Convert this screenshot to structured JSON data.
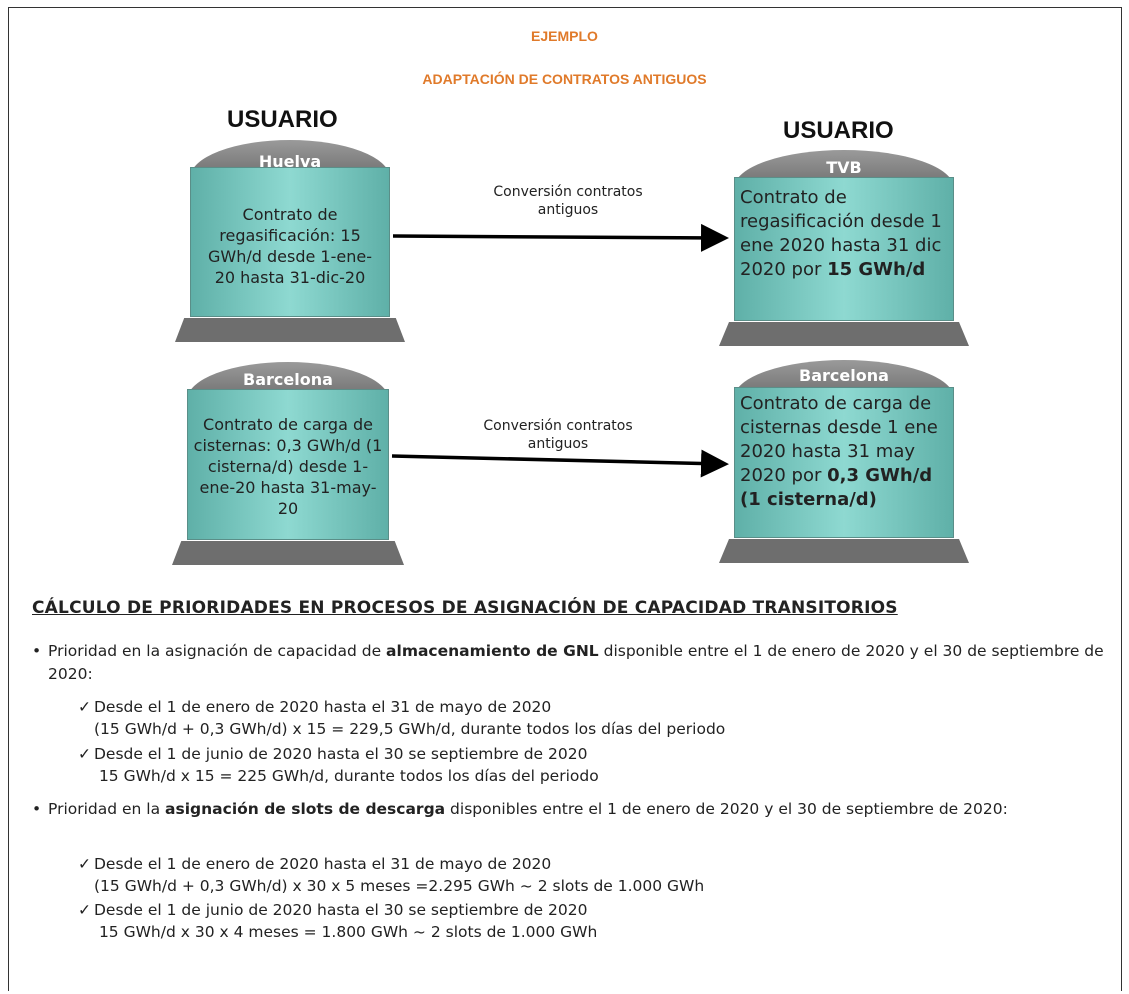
{
  "header": {
    "ejemplo": "EJEMPLO",
    "title": "ADAPTACIÓN DE CONTRATOS ANTIGUOS"
  },
  "left_user_label": "USUARIO",
  "right_user_label": "USUARIO",
  "tanks": {
    "huelva": {
      "tag": "Huelva",
      "text": "Contrato de regasificación: 15 GWh/d desde 1-ene-20 hasta 31-dic-20"
    },
    "tvb": {
      "tag": "TVB",
      "text_plain": "Contrato de regasificación desde 1 ene 2020 hasta 31 dic 2020 por ",
      "text_bold": "15 GWh/d"
    },
    "barcelona_left": {
      "tag": "Barcelona",
      "text": "Contrato de carga de cisternas: 0,3 GWh/d (1 cisterna/d) desde 1-ene-20 hasta 31-may-20"
    },
    "barcelona_right": {
      "tag": "Barcelona",
      "text_plain": "Contrato de carga de cisternas desde 1 ene 2020 hasta 31 may 2020 por ",
      "text_bold": "0,3 GWh/d (1 cisterna/d)"
    }
  },
  "conversion_label_1": "Conversión contratos antiguos",
  "conversion_label_2": "Conversión contratos antiguos",
  "section_title": "CÁLCULO DE PRIORIDADES EN PROCESOS DE ASIGNACIÓN DE CAPACIDAD TRANSITORIOS",
  "bullets": [
    {
      "pre": "Prioridad en la asignación de capacidad de ",
      "bold": "almacenamiento de GNL",
      "post": " disponible entre el 1 de enero de 2020 y el 30 de septiembre de 2020:",
      "items": [
        {
          "line1": "Desde el 1 de enero de 2020 hasta el 31 de mayo de 2020",
          "line2": "(15 GWh/d + 0,3 GWh/d) x 15 = 229,5 GWh/d,  durante todos los días del periodo"
        },
        {
          "line1": "Desde el 1 de junio de 2020 hasta el 30 se septiembre de 2020",
          "line2": "15 GWh/d x 15 = 225 GWh/d, durante todos los días del periodo"
        }
      ]
    },
    {
      "pre": "Prioridad en la ",
      "bold": "asignación de slots de descarga",
      "post": " disponibles entre el 1 de enero de 2020 y el 30 de septiembre de 2020:",
      "items": [
        {
          "line1": "Desde el 1 de enero de 2020 hasta el 31 de mayo de 2020",
          "line2": "(15 GWh/d + 0,3 GWh/d) x 30 x 5 meses =2.295 GWh ~ 2 slots de 1.000 GWh"
        },
        {
          "line1": "Desde el 1 de junio de 2020 hasta el 30 se septiembre de 2020",
          "line2": "15 GWh/d x 30 x 4 meses = 1.800 GWh ~ 2 slots de 1.000 GWh"
        }
      ]
    }
  ],
  "colors": {
    "accent": "#e07a2a",
    "tank_fill": "#8ed9d1",
    "lid": "#8a8a8a"
  }
}
